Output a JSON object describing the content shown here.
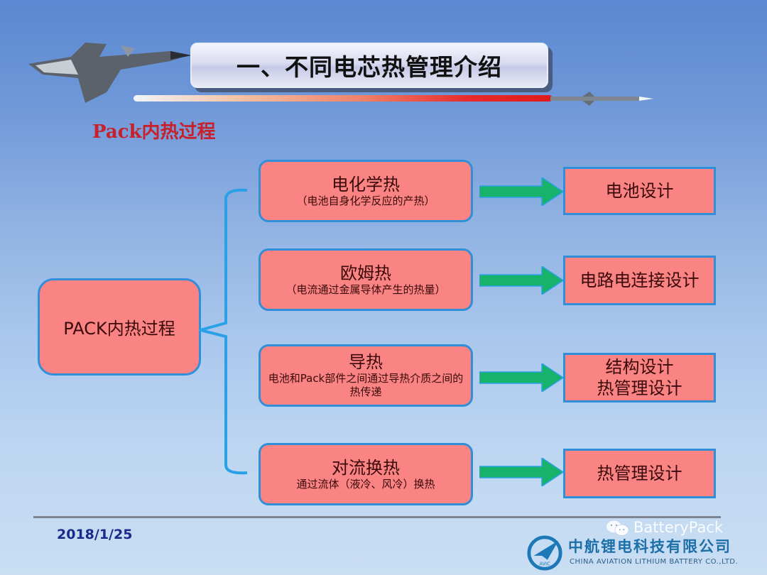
{
  "header": {
    "title": "一、不同电芯热管理介绍",
    "subtitle": "Pack内热过程"
  },
  "diagram": {
    "root": "PACK内热过程",
    "processes": [
      {
        "title": "电化学热",
        "desc": "（电池自身化学反应的产热）"
      },
      {
        "title": "欧姆热",
        "desc": "（电流通过金属导体产生的热量）"
      },
      {
        "title": "导热",
        "desc": "电池和Pack部件之间通过导热介质之间的热传递"
      },
      {
        "title": "对流换热",
        "desc": "通过流体（液冷、风冷）换热"
      }
    ],
    "results": [
      {
        "line1": "电池设计",
        "line2": ""
      },
      {
        "line1": "电路电连接设计",
        "line2": ""
      },
      {
        "line1": "结构设计",
        "line2": "热管理设计"
      },
      {
        "line1": "热管理设计",
        "line2": ""
      }
    ],
    "colors": {
      "node_fill": "#fa8383",
      "node_border": "#2f8fd8",
      "arrow": "#17b36b",
      "brace": "#2aa1e6"
    }
  },
  "footer": {
    "date": "2018/1/25",
    "company_cn": "中航锂电科技有限公司",
    "company_en": "CHINA AVIATION LITHIUM BATTERY CO.,LTD.",
    "logo_text": "AVIC",
    "watermark": "BatteryPack"
  }
}
